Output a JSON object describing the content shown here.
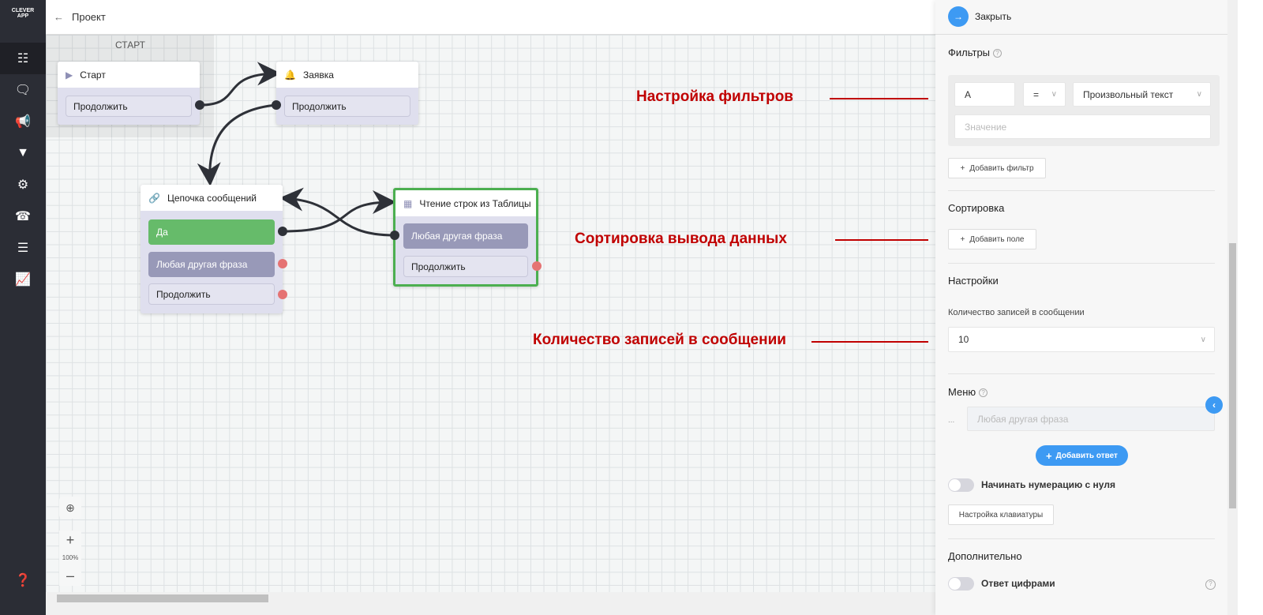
{
  "sidebar": {
    "logo": "CLEVER APP",
    "items": [
      "sitemap",
      "chats",
      "megaphone",
      "filter",
      "gear",
      "support",
      "database",
      "chart"
    ],
    "help": "help"
  },
  "header": {
    "back_label": "Проект"
  },
  "canvas": {
    "start_zone_label": "СТАРТ",
    "nodes": {
      "start": {
        "title": "Старт",
        "buttons": [
          "Продолжить"
        ]
      },
      "request": {
        "title": "Заявка",
        "buttons": [
          "Продолжить"
        ]
      },
      "chain": {
        "title": "Цепочка сообщений",
        "buttons": [
          "Да",
          "Любая другая фраза",
          "Продолжить"
        ]
      },
      "table": {
        "title": "Чтение строк из Таблицы",
        "buttons": [
          "Любая другая фраза",
          "Продолжить"
        ]
      }
    },
    "zoom_level": "100%",
    "annotations": [
      "Настройка фильтров",
      "Сортировка вывода данных",
      "Количество записей в сообщении"
    ]
  },
  "panel": {
    "close_label": "Закрыть",
    "filters": {
      "title": "Фильтры",
      "field": "A",
      "operator": "=",
      "type": "Произвольный текст",
      "value_placeholder": "Значение",
      "add_label": "Добавить фильтр"
    },
    "sorting": {
      "title": "Сортировка",
      "add_label": "Добавить поле"
    },
    "settings": {
      "title": "Настройки",
      "count_label": "Количество записей в сообщении",
      "count_value": "10"
    },
    "menu": {
      "title": "Меню",
      "dots": "...",
      "item_placeholder": "Любая другая фраза",
      "add_answer": "Добавить ответ",
      "zero_numbering": "Начинать нумерацию с нуля",
      "keyboard_settings": "Настройка клавиатуры"
    },
    "extra": {
      "title": "Дополнительно",
      "digits_answer": "Ответ цифрами"
    }
  },
  "colors": {
    "accent": "#3d9af3",
    "green": "#66bb6a",
    "annotation": "#c00000"
  }
}
